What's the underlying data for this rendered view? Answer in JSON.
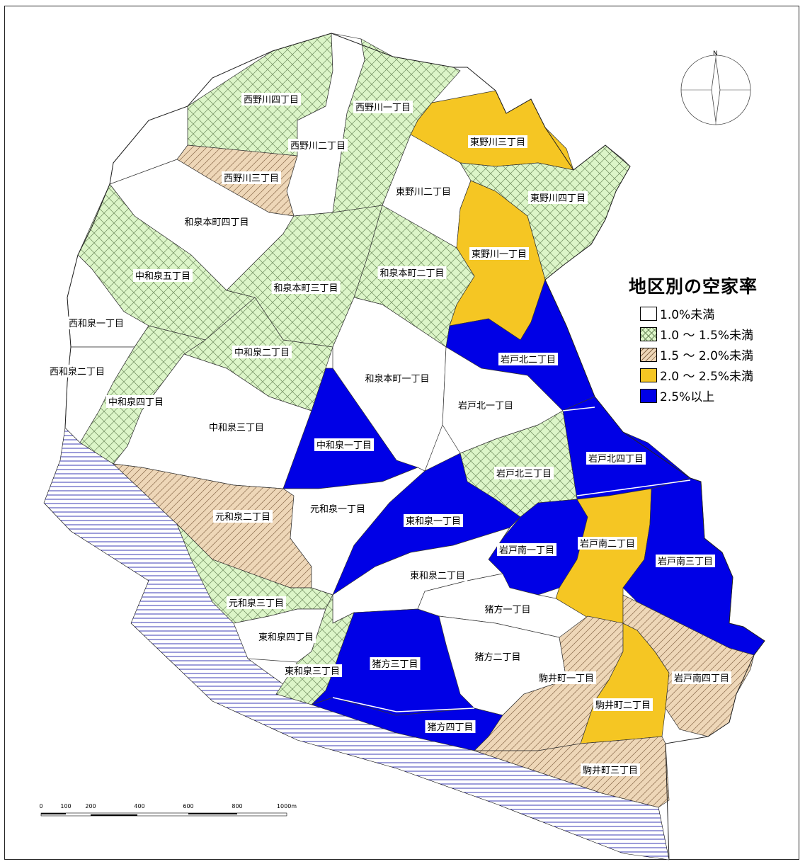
{
  "legend": {
    "title": "地区別の空家率",
    "items": [
      {
        "label": "1.0%未満",
        "color": "#ffffff",
        "pattern": "none"
      },
      {
        "label": "1.0 ～ 1.5%未満",
        "color": "#dcf5c8",
        "pattern": "crosshatch"
      },
      {
        "label": "1.5 ～ 2.0%未満",
        "color": "#eed7b8",
        "pattern": "diagonal"
      },
      {
        "label": "2.0 ～ 2.5%未満",
        "color": "#f5c623",
        "pattern": "none"
      },
      {
        "label": "2.5%以上",
        "color": "#0000e6",
        "pattern": "none"
      }
    ]
  },
  "districts": [
    "西野川四丁目",
    "西野川一丁目",
    "東野川三丁目",
    "西野川二丁目",
    "西野川三丁目",
    "東野川二丁目",
    "東野川四丁目",
    "和泉本町四丁目",
    "東野川一丁目",
    "中和泉五丁目",
    "和泉本町三丁目",
    "和泉本町二丁目",
    "西和泉一丁目",
    "中和泉二丁目",
    "岩戸北二丁目",
    "西和泉二丁目",
    "和泉本町一丁目",
    "中和泉四丁目",
    "岩戸北一丁目",
    "中和泉三丁目",
    "中和泉一丁目",
    "岩戸北四丁目",
    "岩戸北三丁目",
    "元和泉二丁目",
    "元和泉一丁目",
    "東和泉一丁目",
    "岩戸南一丁目",
    "岩戸南二丁目",
    "岩戸南三丁目",
    "東和泉二丁目",
    "元和泉三丁目",
    "猪方一丁目",
    "東和泉四丁目",
    "猪方二丁目",
    "猪方三丁目",
    "東和泉三丁目",
    "駒井町一丁目",
    "岩戸南四丁目",
    "駒井町二丁目",
    "猪方四丁目",
    "駒井町三丁目"
  ],
  "north_label": "N",
  "scale_bar": {
    "ticks": [
      "0",
      "100",
      "200",
      "400",
      "600",
      "800",
      "1000m"
    ]
  }
}
